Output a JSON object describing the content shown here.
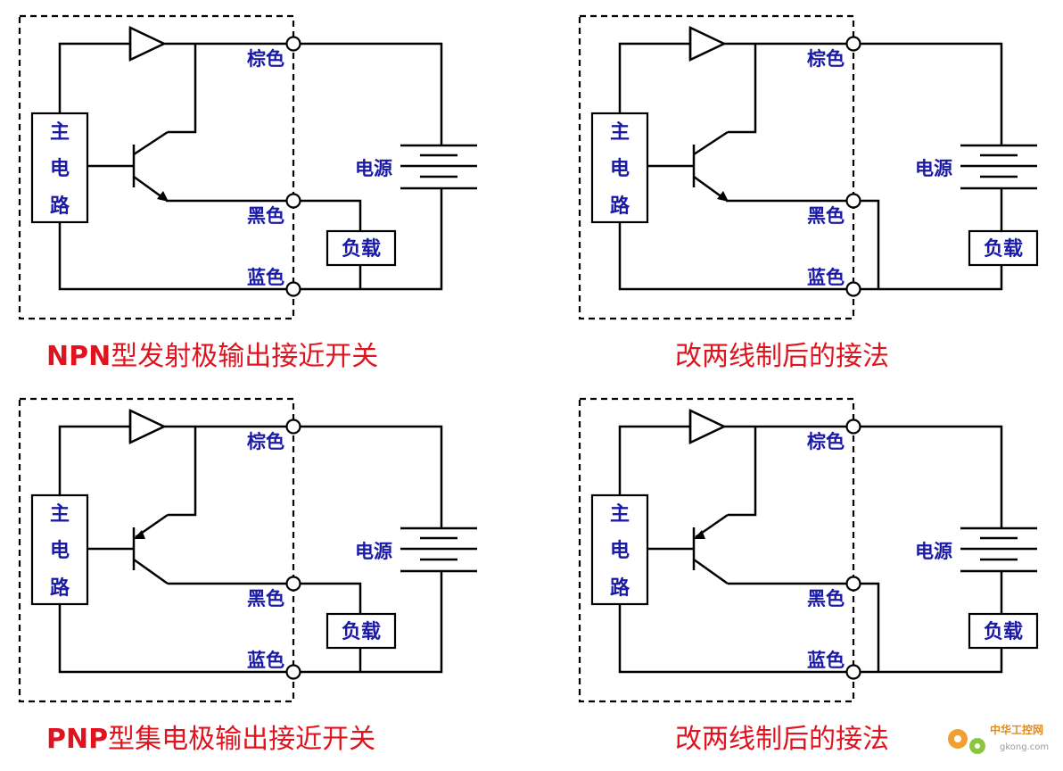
{
  "labels": {
    "main_circuit": [
      "主",
      "电",
      "路"
    ],
    "brown": "棕色",
    "black": "黑色",
    "blue": "蓝色",
    "power": "电源",
    "load": "负载"
  },
  "captions": {
    "top_left_prefix": "NPN",
    "top_left_rest": "型发射极输出接近开关",
    "top_right": "改两线制后的接法",
    "bottom_left_prefix": "PNP",
    "bottom_left_rest": "型集电极输出接近开关",
    "bottom_right": "改两线制后的接法"
  },
  "watermark": {
    "site_cn": "中华工控网",
    "site_url": "gkong.com"
  },
  "colors": {
    "label_blue": "#1a1aa6",
    "caption_red": "#e0141e",
    "line": "#000000"
  }
}
